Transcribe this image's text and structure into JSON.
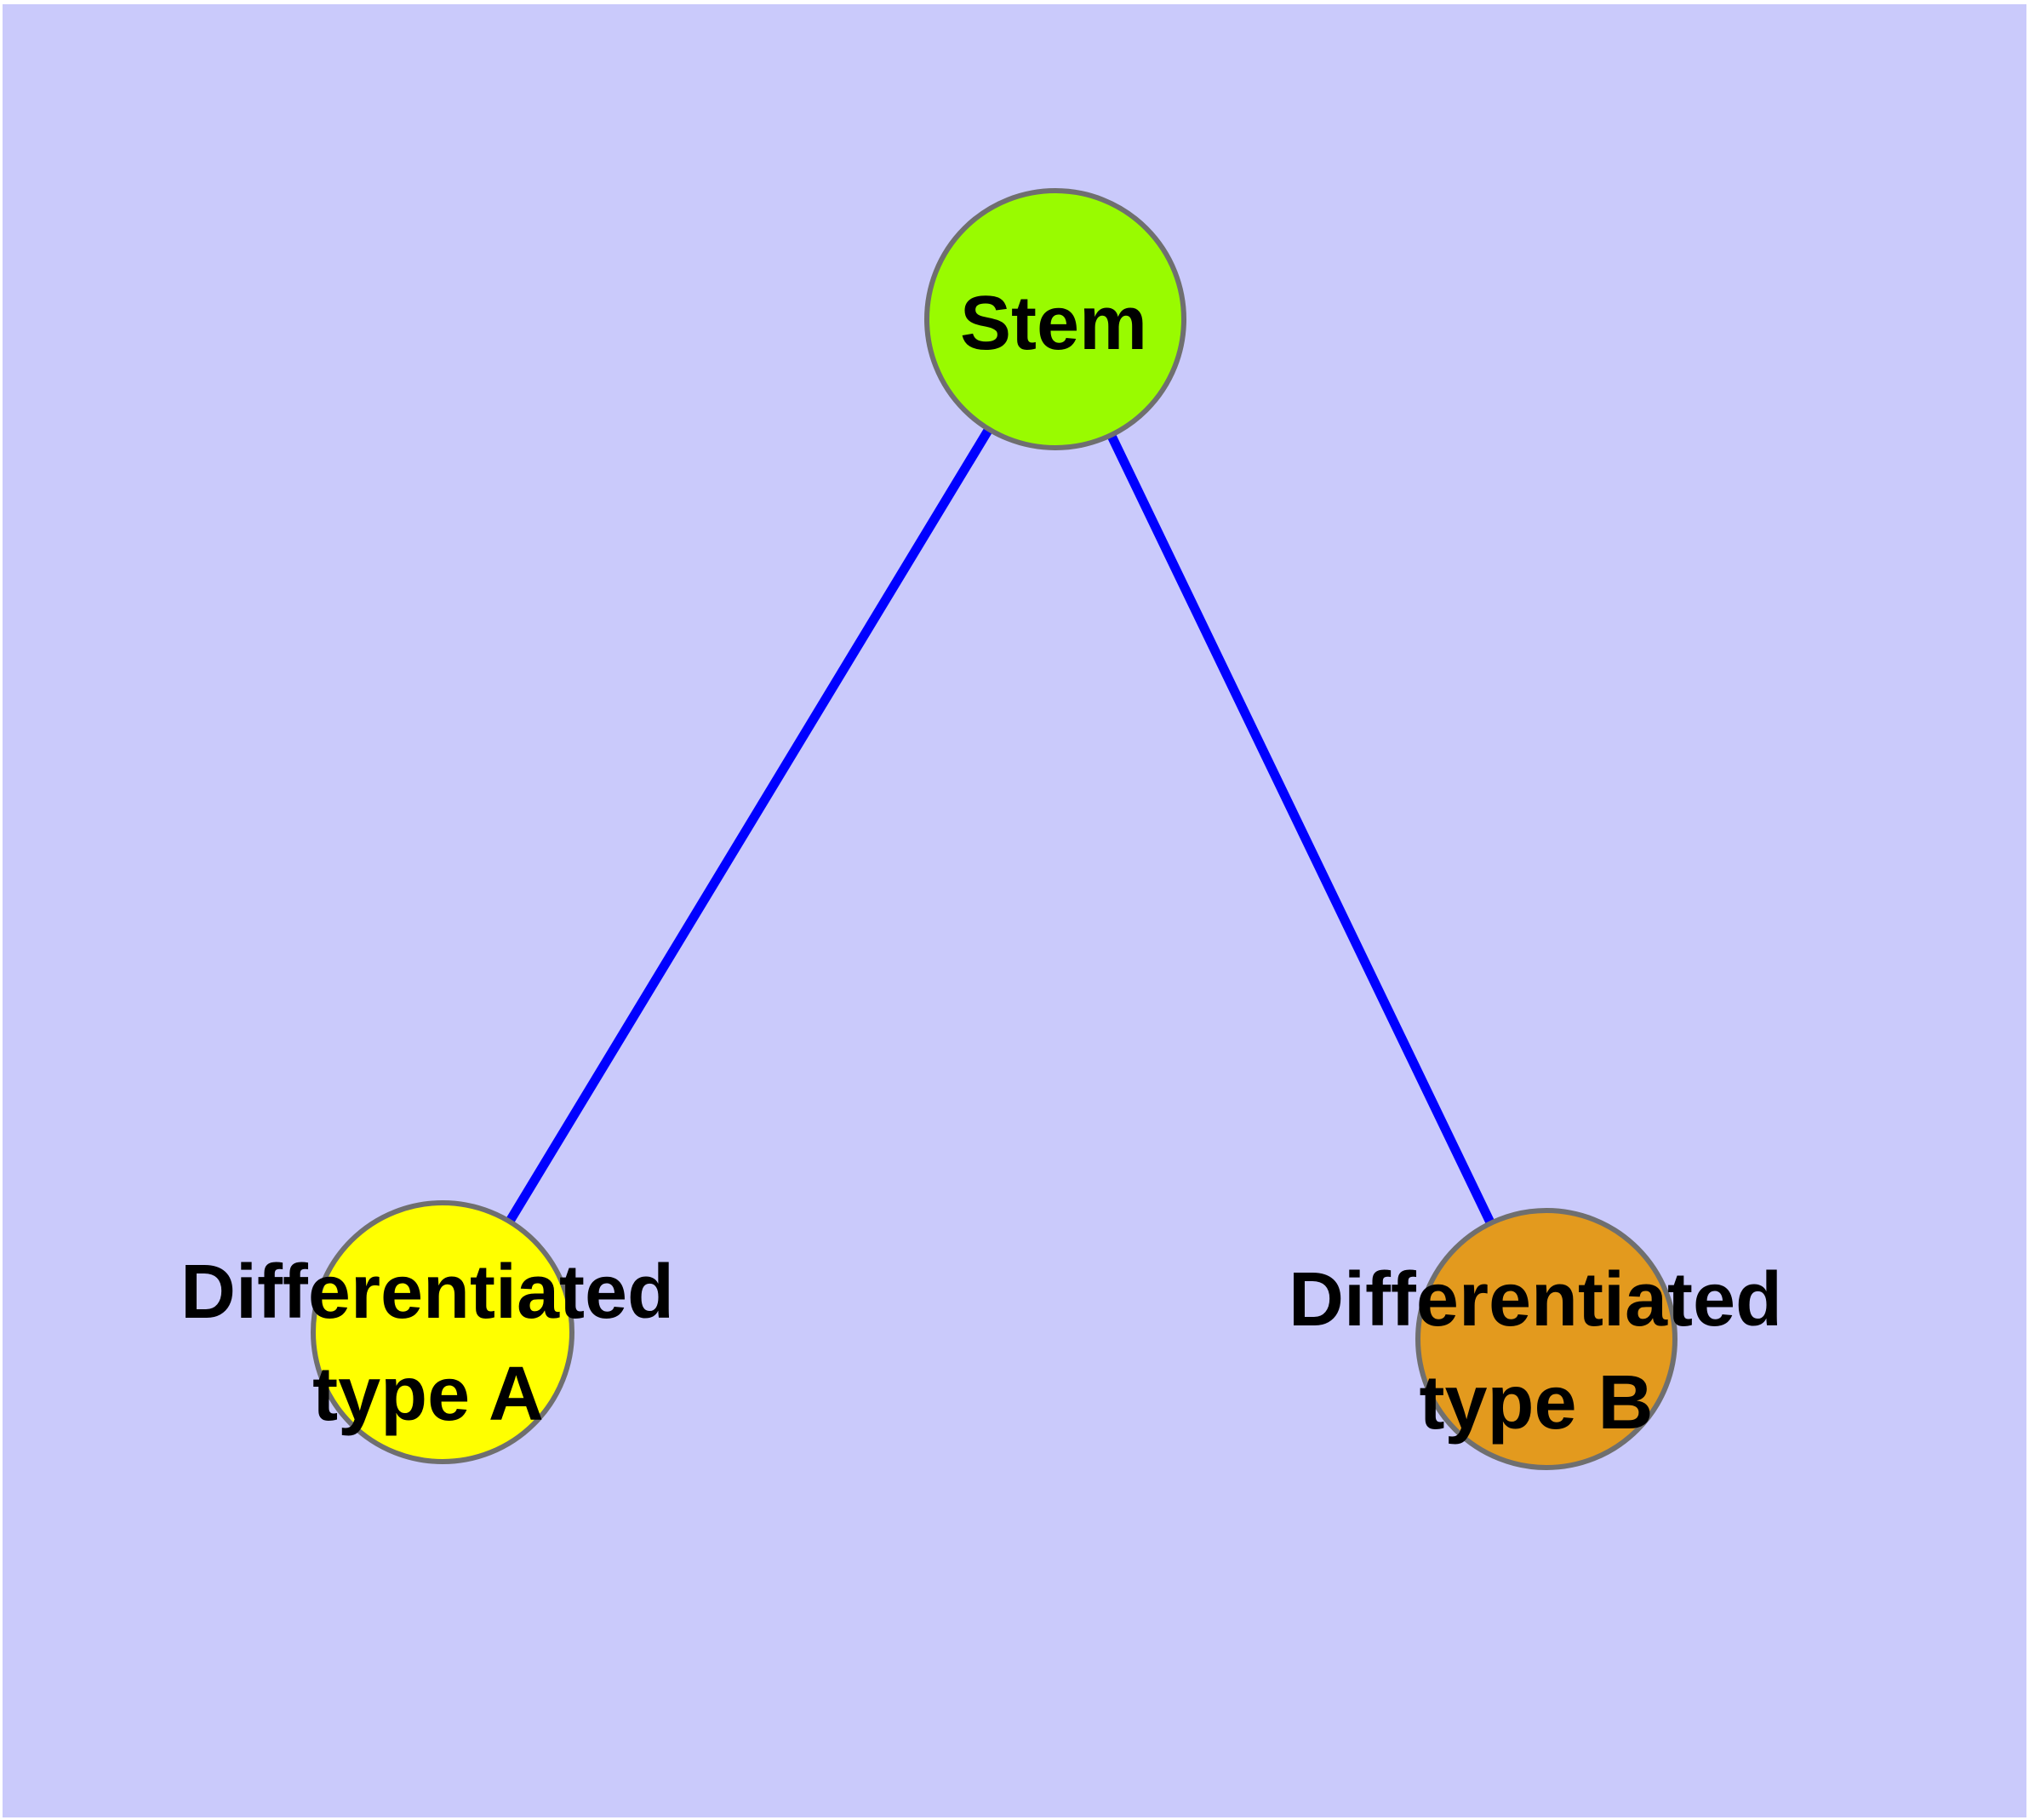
{
  "colors": {
    "frame": "#ffffff",
    "background": "#cacafb",
    "edge": "#0000ff",
    "node_border": "#6f6f6f",
    "label_text": "#000000",
    "stem_fill": "#99fb00",
    "type_a_fill": "#ffff00",
    "type_b_fill": "#e39a1e"
  },
  "nodes": {
    "stem": {
      "label": "Stem"
    },
    "type_a": {
      "label_line1": "Differentiated",
      "label_line2": "type A"
    },
    "type_b": {
      "label_line1": "Differentiated",
      "label_line2": "type B"
    }
  },
  "edges": [
    {
      "from": "Stem",
      "to": "Differentiated type A"
    },
    {
      "from": "Stem",
      "to": "Differentiated type B"
    }
  ]
}
